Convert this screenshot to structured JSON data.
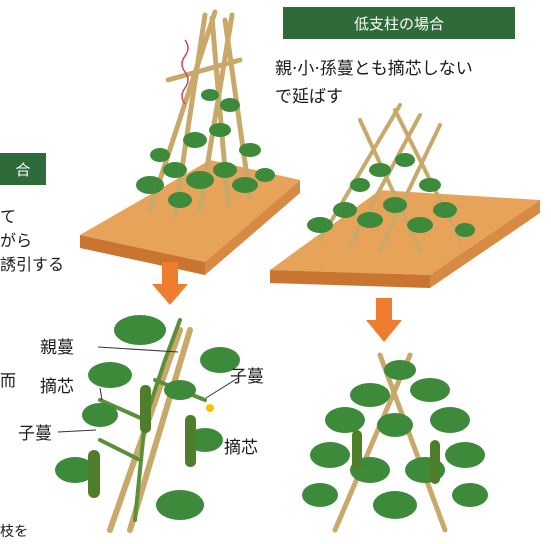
{
  "left_panel": {
    "tag_label": "合",
    "caption_lines": [
      "て",
      "がら",
      "誘引する"
    ],
    "stray_text": [
      "而",
      "枝を"
    ],
    "labels": {
      "parent_vine": "親蔓",
      "pinch_left": "摘芯",
      "child_vine_left": "子蔓",
      "child_vine_right": "子蔓",
      "pinch_right": "摘芯"
    }
  },
  "right_panel": {
    "tag_label": "低支柱の場合",
    "caption_lines": [
      "親·小·孫蔓とも摘芯しない",
      "で延ばす"
    ]
  },
  "colors": {
    "tag_green": "#2f6b3a",
    "arrow_orange": "#ee7d2f",
    "soil": "#e8a35a",
    "leaf": "#3d8a3a",
    "stake": "#c9a96a"
  }
}
